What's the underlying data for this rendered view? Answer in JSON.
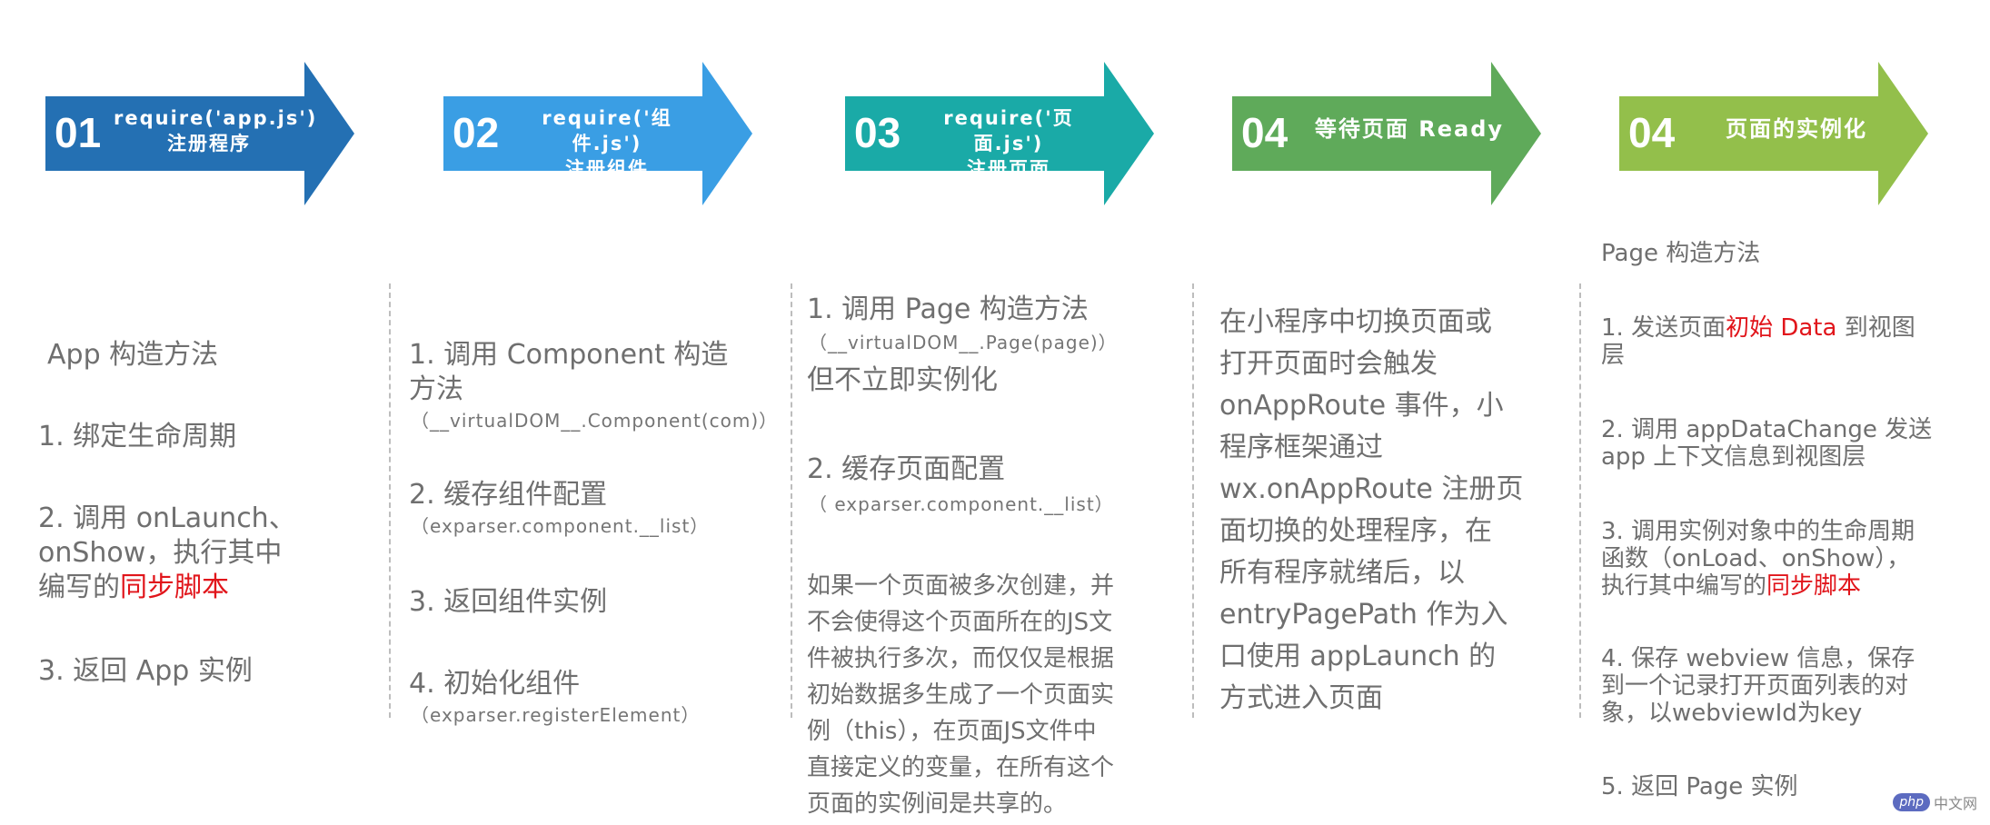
{
  "steps": [
    {
      "num": "01",
      "line1": "require('app.js')",
      "line2": "注册程序",
      "color": "#2470b3"
    },
    {
      "num": "02",
      "line1": "require('组件.js')",
      "line2": "注册组件",
      "color": "#3a9ee4"
    },
    {
      "num": "03",
      "line1": "require('页面.js')",
      "line2": "注册页面",
      "color": "#1aaaa7"
    },
    {
      "num": "04",
      "line1": "等待页面 Ready",
      "line2": "",
      "color": "#5faa5a"
    },
    {
      "num": "04",
      "line1": "页面的实例化",
      "line2": "",
      "color": "#93bf4b"
    }
  ],
  "col1": {
    "title": "App 构造方法",
    "item1": "1. 绑定生命周期",
    "item2_a": "2. 调用 onLaunch、",
    "item2_b": "onShow，执行其中",
    "item2_c": "编写的",
    "item2_red": "同步脚本",
    "item3": "3. 返回 App 实例"
  },
  "col2": {
    "item1_a": "1. 调用 Component 构造",
    "item1_b": "方法",
    "item1_code": "（__virtualDOM__.Component(com)）",
    "item2": "2. 缓存组件配置",
    "item2_code": "（exparser.component.__list）",
    "item3": "3. 返回组件实例",
    "item4": "4. 初始化组件",
    "item4_code": "（exparser.registerElement）"
  },
  "col3": {
    "item1": "1. 调用 Page 构造方法",
    "item1_code": "（__virtualDOM__.Page(page)）",
    "item1_b": "但不立即实例化",
    "item2": "2. 缓存页面配置",
    "item2_code": "（ exparser.component.__list）",
    "para": [
      "如果一个页面被多次创建，并",
      "不会使得这个页面所在的JS文",
      "件被执行多次，而仅仅是根据",
      "初始数据多生成了一个页面实",
      "例（this），在页面JS文件中",
      "直接定义的变量，在所有这个",
      "页面的实例间是共享的。"
    ]
  },
  "col4": {
    "para": [
      "在小程序中切换页面或",
      "打开页面时会触发",
      "onAppRoute 事件，小",
      "程序框架通过",
      "wx.onAppRoute 注册页",
      "面切换的处理程序，在",
      "所有程序就绪后，以",
      "entryPagePath 作为入",
      "口使用 appLaunch 的",
      "方式进入页面"
    ]
  },
  "col5": {
    "title": "Page 构造方法",
    "item1_a": "1. 发送页面",
    "item1_red": "初始 Data",
    "item1_b": " 到视图",
    "item1_c": "层",
    "item2_a": "2. 调用 appDataChange 发送",
    "item2_b": "app 上下文信息到视图层",
    "item3_a": "3. 调用实例对象中的生命周期",
    "item3_b": "函数（onLoad、onShow），",
    "item3_c": "执行其中编写的",
    "item3_red": "同步脚本",
    "item4_a": "4. 保存 webview 信息，保存",
    "item4_b": "到一个记录打开页面列表的对",
    "item4_c": "象，以webviewId为key",
    "item5": "5. 返回 Page 实例"
  },
  "watermark": {
    "logo": "php",
    "text": "中文网"
  }
}
